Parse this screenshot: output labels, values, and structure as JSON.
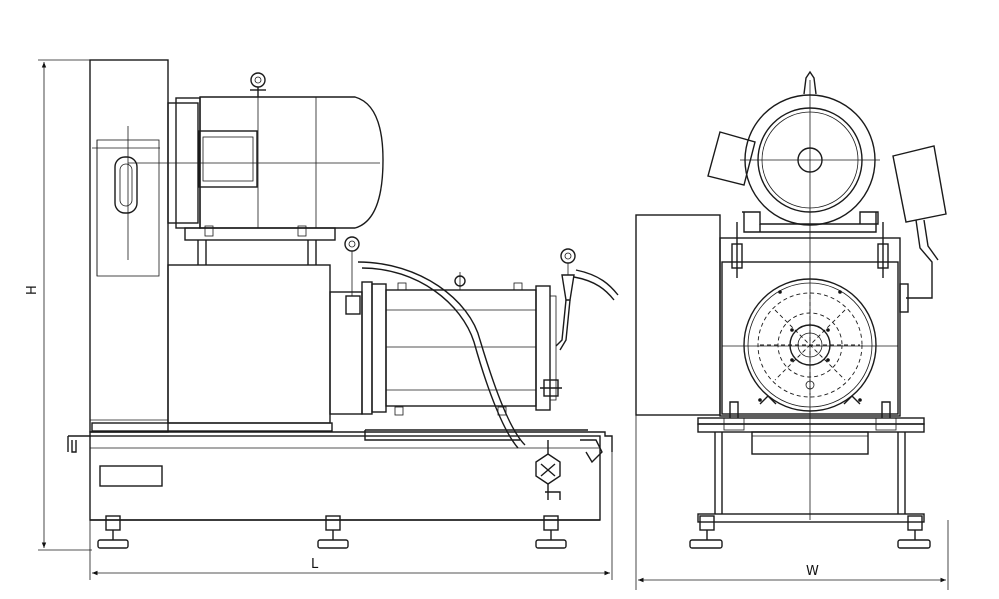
{
  "dimensions": {
    "height_label": "H",
    "length_label": "L",
    "width_label": "W"
  }
}
